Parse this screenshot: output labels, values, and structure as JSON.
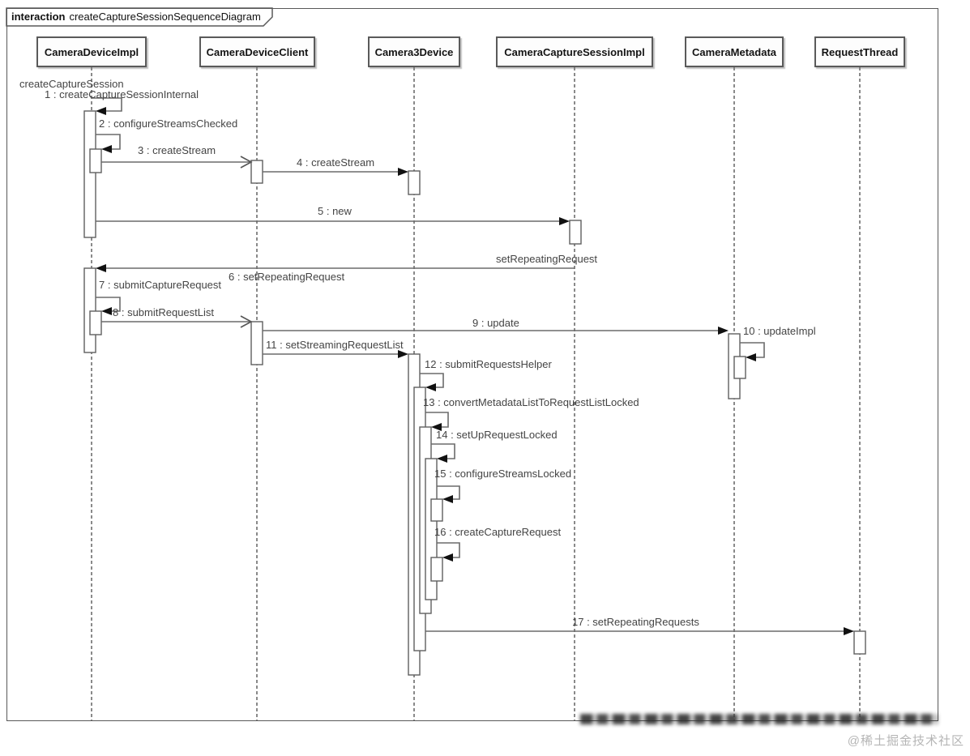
{
  "frame": {
    "keyword": "interaction",
    "title": "createCaptureSessionSequenceDiagram"
  },
  "lifelines": [
    {
      "name": "CameraDeviceImpl"
    },
    {
      "name": "CameraDeviceClient"
    },
    {
      "name": "Camera3Device"
    },
    {
      "name": "CameraCaptureSessionImpl"
    },
    {
      "name": "CameraMetadata"
    },
    {
      "name": "RequestThread"
    }
  ],
  "messages": {
    "found": "createCaptureSession",
    "m1": "1 : createCaptureSessionInternal",
    "m2": "2 : configureStreamsChecked",
    "m3": "3 : createStream",
    "m4": "4 : createStream",
    "m5": "5 : new",
    "m6a": "setRepeatingRequest",
    "m6b": "6 : setRepeatingRequest",
    "m7": "7 : submitCaptureRequest",
    "m8": "8 : submitRequestList",
    "m9": "9 : update",
    "m10": "10 : updateImpl",
    "m11": "11 : setStreamingRequestList",
    "m12": "12 : submitRequestsHelper",
    "m13": "13 : convertMetadataListToRequestListLocked",
    "m14": "14 : setUpRequestLocked",
    "m15": "15 : configureStreamsLocked",
    "m16": "16 : createCaptureRequest",
    "m17": "17 : setRepeatingRequests"
  },
  "watermark": "@稀土掘金技术社区",
  "colors": {
    "line": "#666666",
    "bar_fill": "#ffffff",
    "frame": "#595959",
    "text": "#444444",
    "watermark": "#b5b5b5"
  }
}
